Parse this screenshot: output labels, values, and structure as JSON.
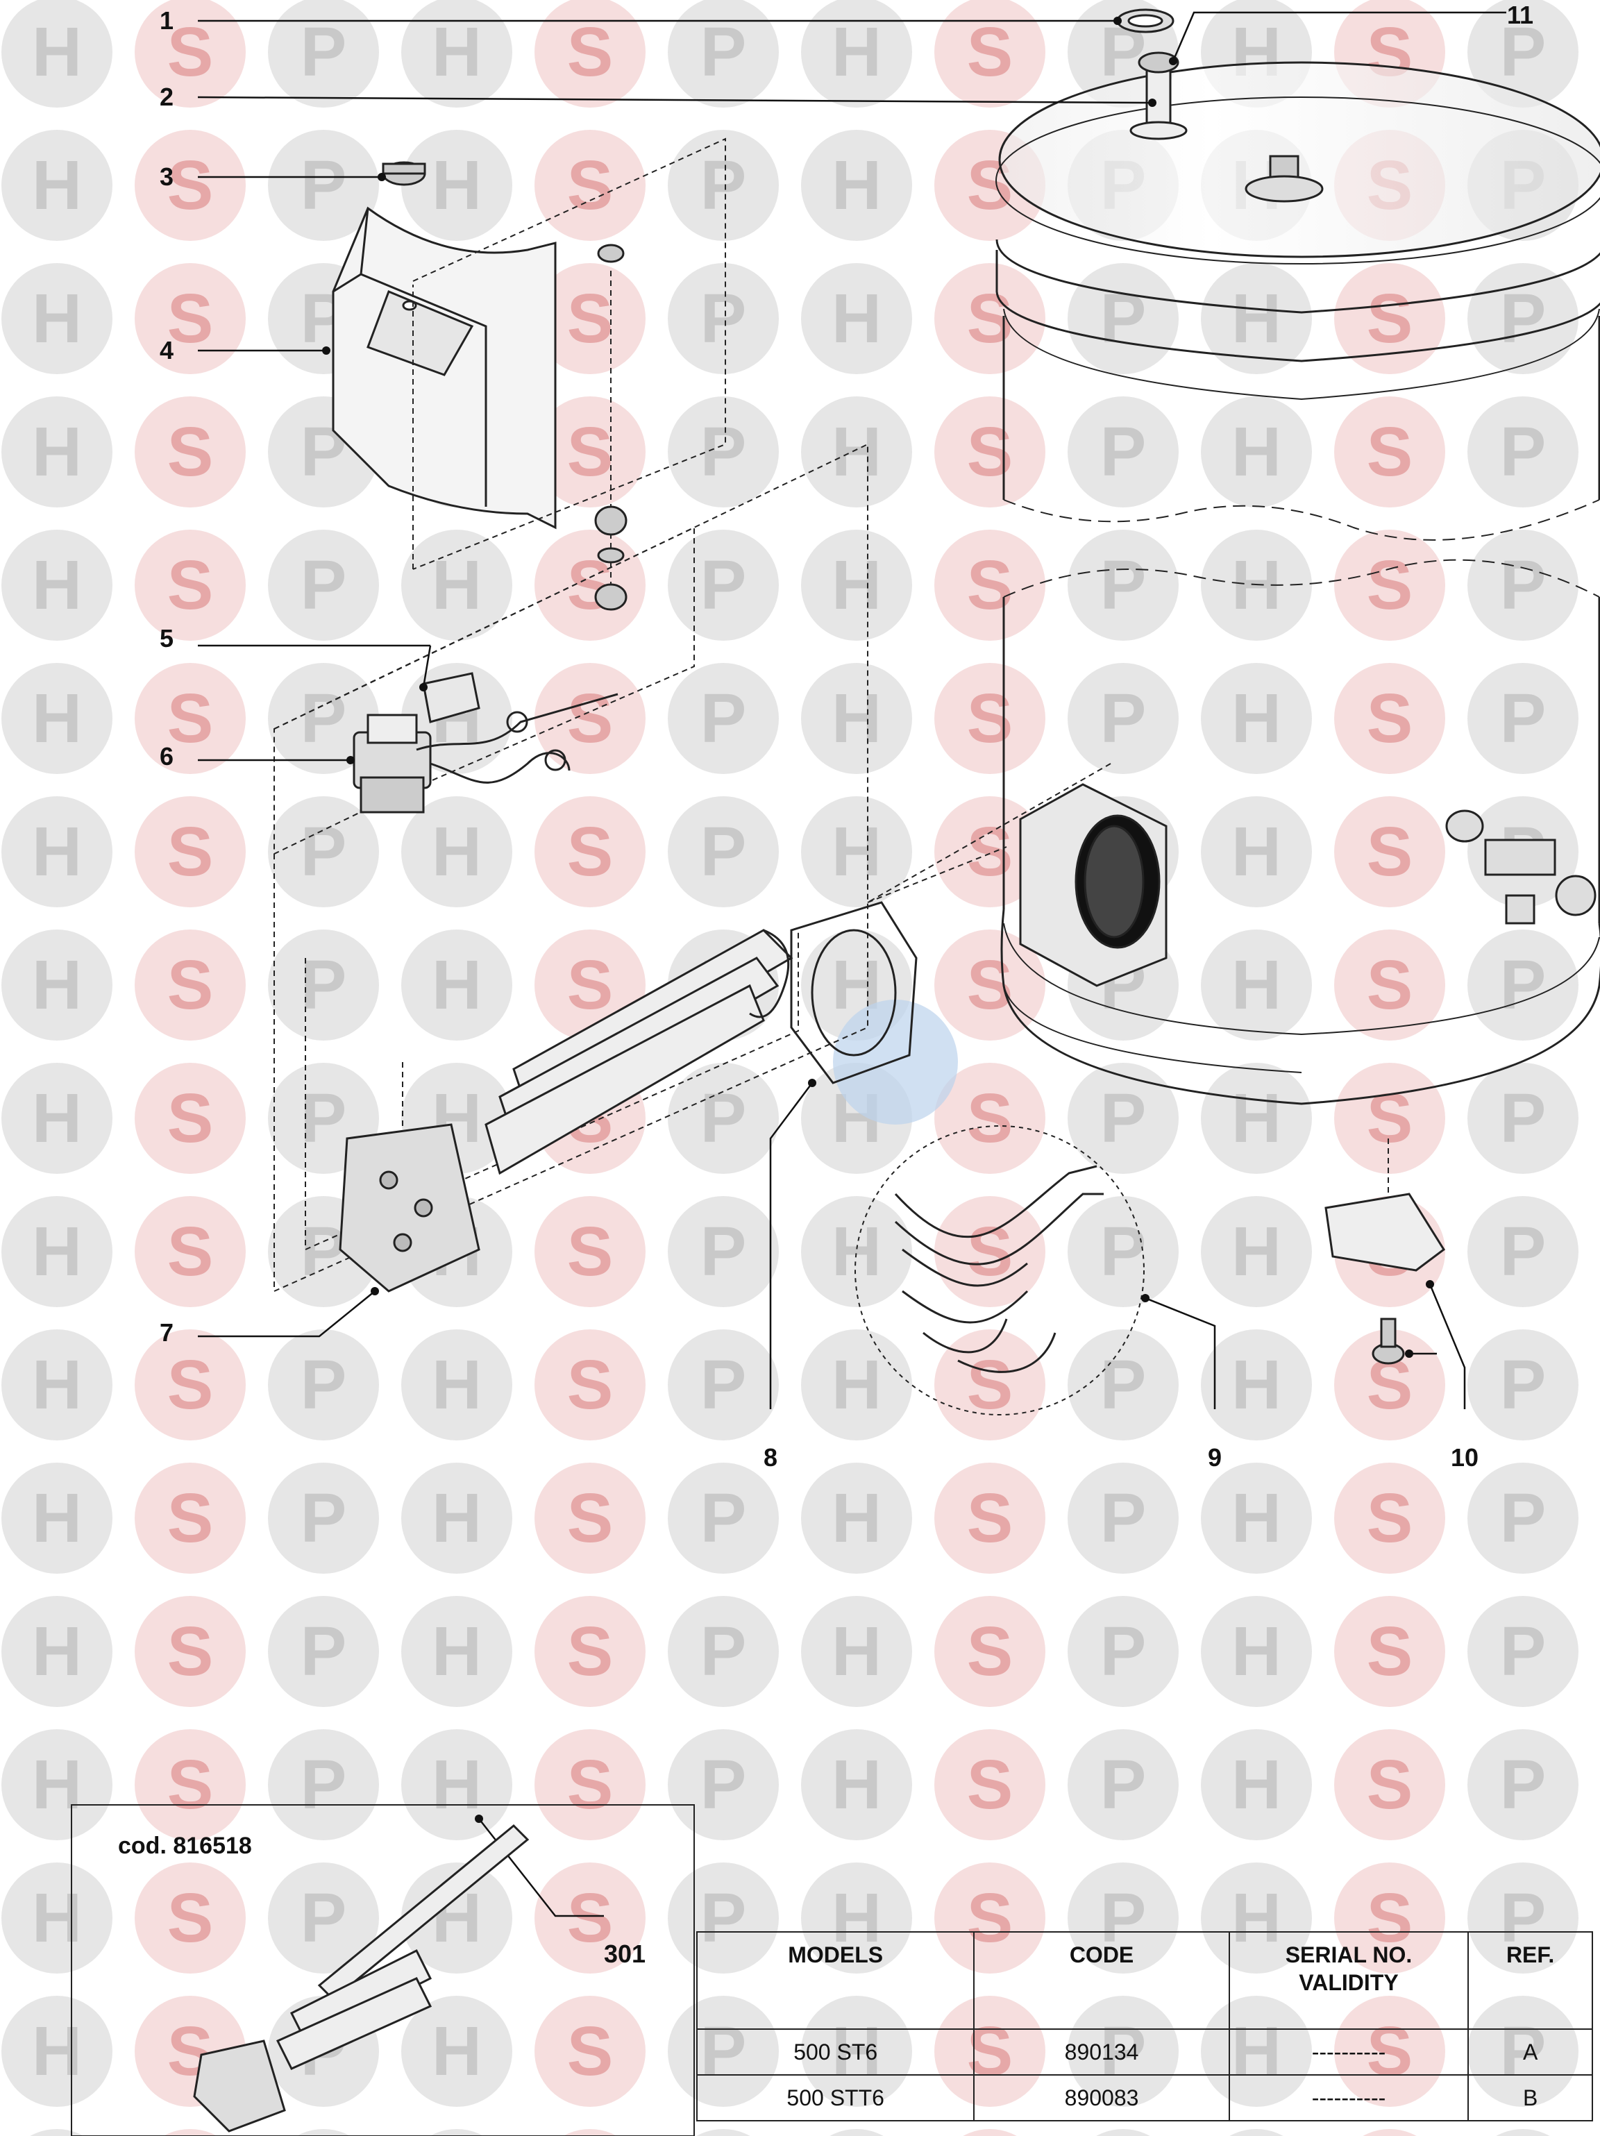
{
  "watermark": {
    "letters": [
      "H",
      "S",
      "P"
    ],
    "colors": {
      "grey": "#e6e6e6",
      "pink": "#f6dede",
      "letter_grey": "#c9c9c9",
      "letter_pink": "#e6a8a8",
      "blue_disc": "#bcd3ec"
    }
  },
  "callouts": [
    {
      "id": "1",
      "label": "1"
    },
    {
      "id": "2",
      "label": "2"
    },
    {
      "id": "3",
      "label": "3"
    },
    {
      "id": "4",
      "label": "4"
    },
    {
      "id": "5",
      "label": "5"
    },
    {
      "id": "6",
      "label": "6"
    },
    {
      "id": "7",
      "label": "7"
    },
    {
      "id": "8",
      "label": "8"
    },
    {
      "id": "9",
      "label": "9"
    },
    {
      "id": "10",
      "label": "10"
    },
    {
      "id": "11",
      "label": "11"
    }
  ],
  "inset": {
    "title": "cod. 816518",
    "callout": "301"
  },
  "models_table": {
    "headers": {
      "models": "MODELS",
      "code": "CODE",
      "serial_line1": "SERIAL NO.",
      "serial_line2": "VALIDITY",
      "ref": "REF."
    },
    "rows": [
      {
        "model": "500 ST6",
        "code": "890134",
        "serial": "----------",
        "ref": "A"
      },
      {
        "model": "500 STT6",
        "code": "890083",
        "serial": "----------",
        "ref": "B"
      }
    ]
  }
}
